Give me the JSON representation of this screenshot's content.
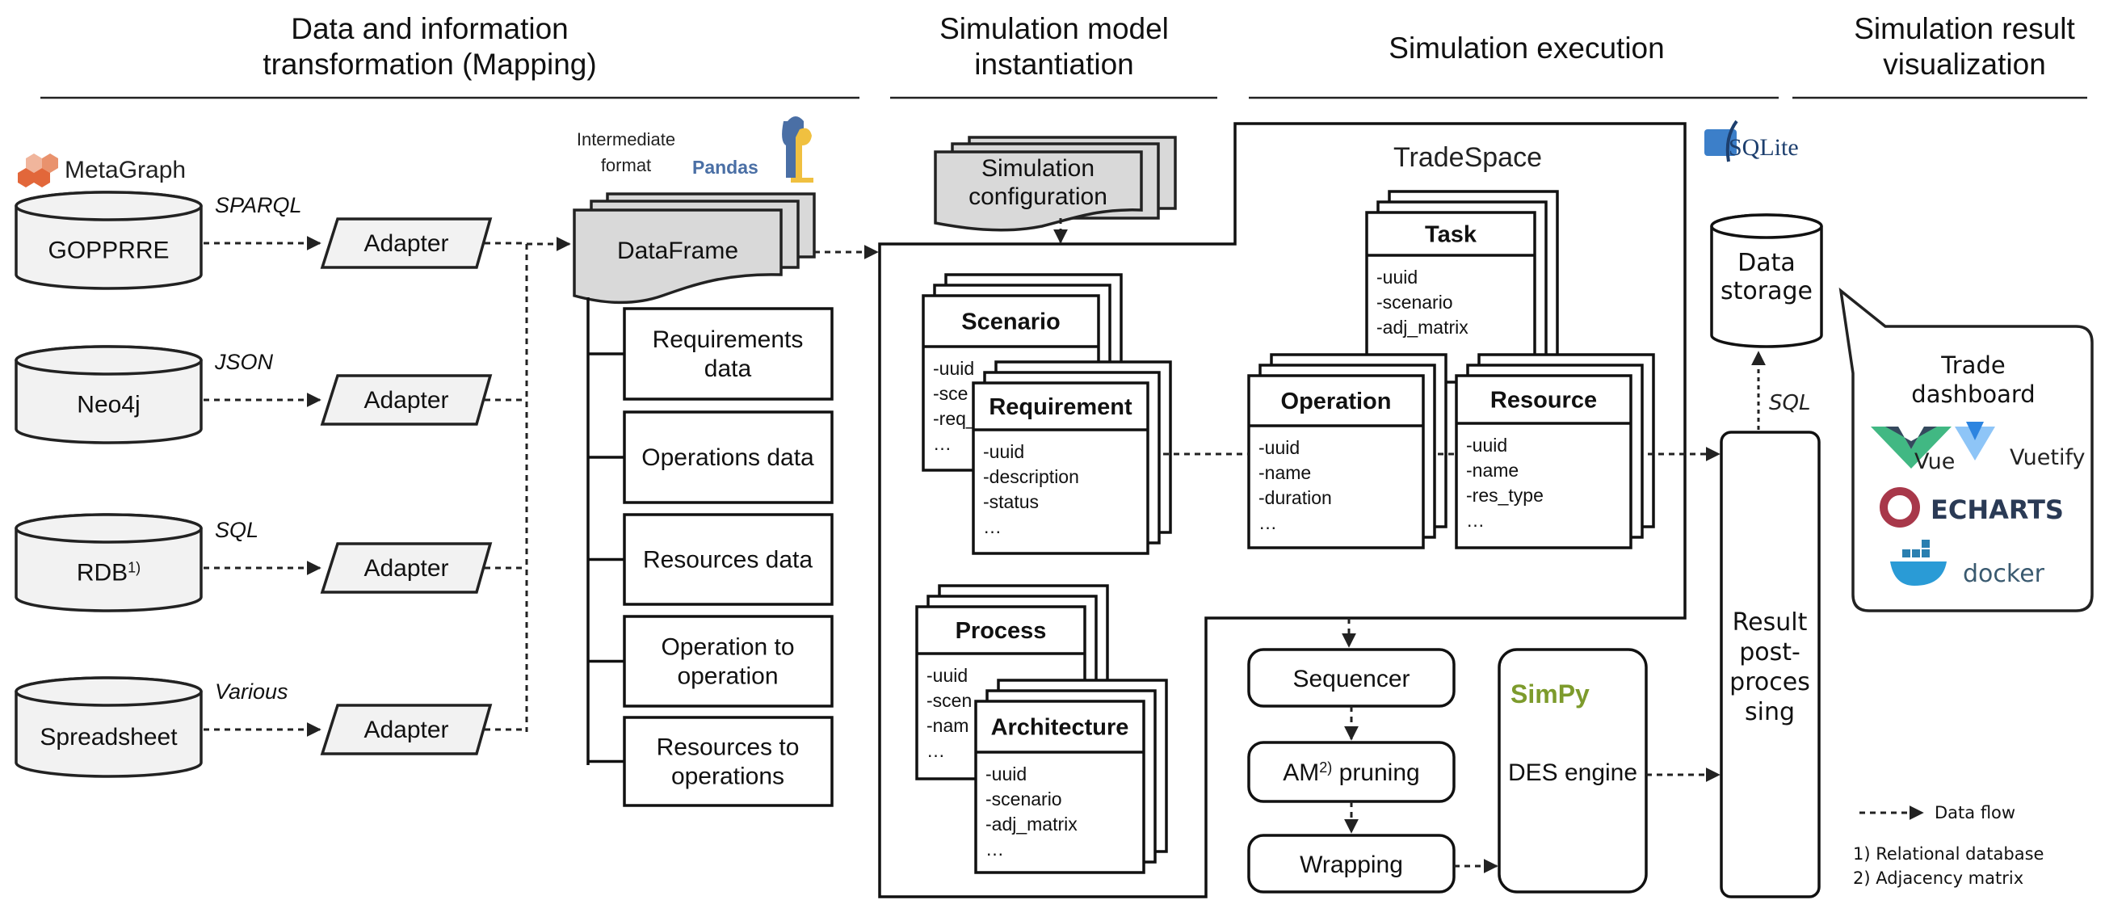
{
  "sections": {
    "mapping": [
      "Data and information",
      "transformation (Mapping)"
    ],
    "instantiation": [
      "Simulation model",
      "instantiation"
    ],
    "execution": "Simulation execution",
    "visualization": [
      "Simulation result",
      "visualization"
    ]
  },
  "sources": [
    {
      "name": "GOPPRRE",
      "protocol": "SPARQL"
    },
    {
      "name": "Neo4j",
      "protocol": "JSON"
    },
    {
      "name": "RDB",
      "superscript": "1)",
      "protocol": "SQL"
    },
    {
      "name": "Spreadsheet",
      "protocol": "Various"
    }
  ],
  "adapter_label": "Adapter",
  "logos": {
    "metagraph": "MetaGraph",
    "pandas": "Pandas",
    "sqlite": "SQLite",
    "vue": "Vue",
    "vuetify": "Vuetify",
    "echarts": "ECHARTS",
    "docker": "docker",
    "simpy": "SimPy"
  },
  "intermediate": {
    "caption": [
      "Intermediate",
      "format"
    ],
    "dataframe": "DataFrame",
    "items": [
      [
        "Requirements",
        "data"
      ],
      [
        "Operations data"
      ],
      [
        "Resources data"
      ],
      [
        "Operation to",
        "operation"
      ],
      [
        "Resources to",
        "operations"
      ]
    ]
  },
  "simulation_config": [
    "Simulation",
    "configuration"
  ],
  "tradespace_title": "TradeSpace",
  "classes": {
    "scenario": {
      "title": "Scenario",
      "attributes": [
        "-uuid",
        "-sce",
        "-req_",
        "…"
      ]
    },
    "requirement": {
      "title": "Requirement",
      "attributes": [
        "-uuid",
        "-description",
        "-status",
        "…"
      ]
    },
    "process": {
      "title": "Process",
      "attributes": [
        "-uuid",
        "-scen",
        "-nam",
        "…"
      ]
    },
    "architecture": {
      "title": "Architecture",
      "attributes": [
        "-uuid",
        "-scenario",
        "-adj_matrix",
        "…"
      ]
    },
    "task": {
      "title": "Task",
      "attributes": [
        "-uuid",
        "-scenario",
        "-adj_matrix"
      ]
    },
    "operation": {
      "title": "Operation",
      "attributes": [
        "-uuid",
        "-name",
        "-duration",
        "…"
      ]
    },
    "resource": {
      "title": "Resource",
      "attributes": [
        "-uuid",
        "-name",
        "-res_type",
        "…"
      ]
    }
  },
  "execution": {
    "sequencer": "Sequencer",
    "pruning": {
      "prefix": "AM",
      "superscript": "2)",
      "suffix": " pruning"
    },
    "wrapping": "Wrapping",
    "des_engine": "DES engine"
  },
  "results": {
    "storage": [
      "Data",
      "storage"
    ],
    "sql_label": "SQL",
    "postprocessing": [
      "Result",
      "post-",
      "proces",
      "sing"
    ],
    "dashboard": [
      "Trade",
      "dashboard"
    ]
  },
  "legend": {
    "data_flow": "Data flow",
    "footnotes": [
      "1) Relational database",
      "2) Adjacency matrix"
    ]
  },
  "colors": {
    "metagraph": "#e2673a",
    "pandas_blue": "#4a6fa5",
    "python_yellow": "#f0c040",
    "sqlite_blue": "#3c7fc9",
    "vue_green": "#41b883",
    "vue_dark": "#35495e",
    "vuetify_blue": "#5aa7f0",
    "echarts_red": "#a8384a",
    "docker_blue": "#2a9bd6",
    "simpy_green": "#7d9b2c"
  }
}
